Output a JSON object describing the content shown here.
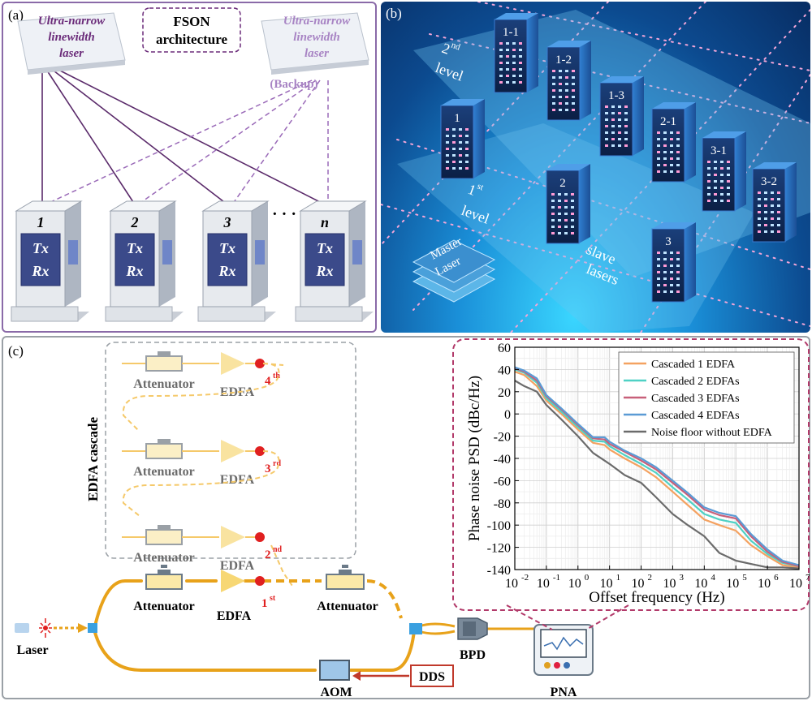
{
  "panel_a": {
    "label": "(a)",
    "title_line1": "FSON",
    "title_line2": "architecture",
    "laser_left": [
      "Ultra-narrow",
      "linewidth",
      "laser"
    ],
    "laser_right": [
      "Ultra-narrow",
      "linewidth",
      "laser"
    ],
    "backup_label": "(Backup)",
    "nodes": [
      "1",
      "2",
      "3",
      "n"
    ],
    "ellipsis": "· · ·",
    "tx": "Tx",
    "rx": "Rx"
  },
  "panel_b": {
    "label": "(b)",
    "level2": [
      "2",
      "nd",
      "level"
    ],
    "level1": [
      "1",
      "st",
      "level"
    ],
    "master": [
      "Master",
      "Laser"
    ],
    "slave": [
      "slave",
      "lasers"
    ],
    "servers": [
      "1-1",
      "1-2",
      "1-3",
      "2-1",
      "3-1",
      "3-2",
      "1",
      "2",
      "3"
    ]
  },
  "panel_c": {
    "label": "(c)",
    "cascade_title": "EDFA cascade",
    "attenuator": "Attenuator",
    "edfa": "EDFA",
    "stages": [
      {
        "n": "4",
        "sup": "th"
      },
      {
        "n": "3",
        "sup": "rd"
      },
      {
        "n": "2",
        "sup": "nd"
      },
      {
        "n": "1",
        "sup": "st"
      }
    ],
    "laser": "Laser",
    "aom": "AOM",
    "dds": "DDS",
    "bpd": "BPD",
    "pna": "PNA"
  },
  "chart_data": {
    "type": "line",
    "xlabel": "Offset frequency (Hz)",
    "ylabel": "Phase noise PSD (dBc/Hz)",
    "xscale": "log",
    "xlim": [
      0.01,
      10000000
    ],
    "ylim": [
      -140,
      60
    ],
    "x_ticks": [
      "10",
      "10",
      "10",
      "10",
      "10",
      "10",
      "10",
      "10",
      "10",
      "10"
    ],
    "x_tick_exps": [
      "-2",
      "-1",
      "0",
      "1",
      "2",
      "3",
      "4",
      "5",
      "6",
      "7"
    ],
    "y_ticks": [
      "60",
      "40",
      "20",
      "0",
      "-20",
      "-40",
      "-60",
      "-80",
      "-100",
      "-120",
      "-140"
    ],
    "grid": true,
    "legend_position": "top-right",
    "series": [
      {
        "name": "Cascaded 1 EDFA",
        "color": "#f4a261",
        "x": [
          0.01,
          0.02,
          0.05,
          0.1,
          0.3,
          1,
          3,
          7,
          10,
          30,
          100,
          300,
          1000,
          3000,
          10000,
          30000,
          100000,
          300000,
          1000000,
          3000000,
          10000000
        ],
        "y": [
          38,
          35,
          25,
          12,
          0,
          -14,
          -26,
          -28,
          -32,
          -40,
          -48,
          -57,
          -70,
          -82,
          -95,
          -100,
          -105,
          -118,
          -128,
          -136,
          -138
        ]
      },
      {
        "name": "Cascaded 2 EDFAs",
        "color": "#4fd1c5",
        "x": [
          0.01,
          0.02,
          0.05,
          0.1,
          0.3,
          1,
          3,
          7,
          10,
          30,
          100,
          300,
          1000,
          3000,
          10000,
          30000,
          100000,
          300000,
          1000000,
          3000000,
          10000000
        ],
        "y": [
          40,
          37,
          28,
          14,
          2,
          -12,
          -24,
          -25,
          -29,
          -37,
          -45,
          -53,
          -66,
          -77,
          -90,
          -95,
          -98,
          -114,
          -126,
          -134,
          -137
        ]
      },
      {
        "name": "Cascaded 3 EDFAs",
        "color": "#c8607a",
        "x": [
          0.01,
          0.02,
          0.05,
          0.1,
          0.3,
          1,
          3,
          7,
          10,
          30,
          100,
          300,
          1000,
          3000,
          10000,
          30000,
          100000,
          300000,
          1000000,
          3000000,
          10000000
        ],
        "y": [
          41,
          38,
          30,
          16,
          4,
          -10,
          -22,
          -23,
          -27,
          -34,
          -42,
          -50,
          -62,
          -73,
          -86,
          -91,
          -94,
          -110,
          -124,
          -133,
          -137
        ]
      },
      {
        "name": "Cascaded 4 EDFAs",
        "color": "#5b9bd5",
        "x": [
          0.01,
          0.02,
          0.05,
          0.1,
          0.3,
          1,
          3,
          7,
          10,
          30,
          100,
          300,
          1000,
          3000,
          10000,
          30000,
          100000,
          300000,
          1000000,
          3000000,
          10000000
        ],
        "y": [
          42,
          39,
          32,
          17,
          5,
          -9,
          -21,
          -21,
          -25,
          -33,
          -40,
          -48,
          -60,
          -71,
          -84,
          -89,
          -92,
          -108,
          -122,
          -132,
          -136
        ]
      },
      {
        "name": "Noise floor without EDFA",
        "color": "#6b6b6b",
        "x": [
          0.01,
          0.02,
          0.05,
          0.1,
          0.3,
          1,
          3,
          10,
          30,
          100,
          300,
          1000,
          3000,
          10000,
          30000,
          100000,
          300000,
          1000000,
          3000000,
          10000000
        ],
        "y": [
          30,
          25,
          20,
          8,
          -5,
          -20,
          -35,
          -45,
          -55,
          -62,
          -75,
          -90,
          -100,
          -110,
          -125,
          -132,
          -135,
          -138,
          -138,
          -139
        ]
      }
    ]
  }
}
